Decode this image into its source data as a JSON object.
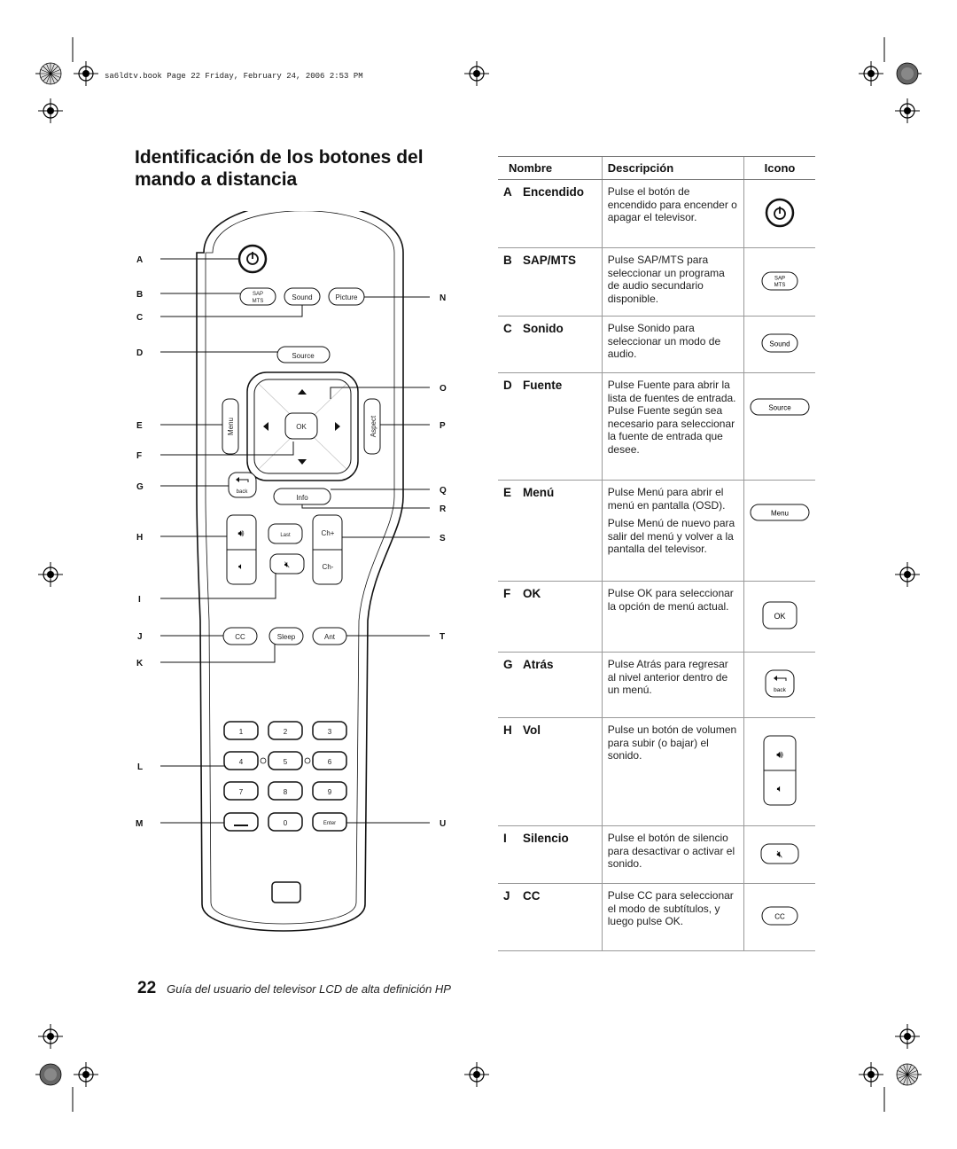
{
  "header": {
    "text": "sa6ldtv.book  Page 22  Friday, February 24, 2006  2:53 PM"
  },
  "title": {
    "line1": "Identificación de los botones del",
    "line2": "mando a distancia"
  },
  "remote": {
    "left_labels": [
      "A",
      "B",
      "C",
      "D",
      "E",
      "F",
      "G",
      "H",
      "I",
      "J",
      "K",
      "L",
      "M"
    ],
    "right_labels": [
      "N",
      "O",
      "P",
      "Q",
      "R",
      "S",
      "T",
      "U"
    ],
    "buttons": {
      "sap_top": "SAP",
      "sap_bottom": "MTS",
      "sound": "Sound",
      "picture": "Picture",
      "source": "Source",
      "menu": "Menu",
      "aspect": "Aspect",
      "ok": "OK",
      "back": "back",
      "info": "Info",
      "last": "Last",
      "ch_up": "Ch+",
      "ch_down": "Ch-",
      "cc": "CC",
      "sleep": "Sleep",
      "ant": "Ant",
      "num1": "1",
      "num2": "2",
      "num3": "3",
      "num4": "4",
      "num5": "5",
      "num6": "6",
      "num7": "7",
      "num8": "8",
      "num9": "9",
      "num0": "0",
      "enter": "Enter"
    }
  },
  "table": {
    "headers": {
      "name": "Nombre",
      "description": "Descripción",
      "icon": "Icono"
    },
    "rows": [
      {
        "letter": "A",
        "name": "Encendido",
        "desc": [
          "Pulse el botón de encendido para encender o apagar el televisor."
        ],
        "icon": "power-icon"
      },
      {
        "letter": "B",
        "name": "SAP/MTS",
        "desc": [
          "Pulse SAP/MTS para seleccionar un programa de audio secundario disponible."
        ],
        "icon_text": [
          "SAP",
          "MTS"
        ]
      },
      {
        "letter": "C",
        "name": "Sonido",
        "desc": [
          "Pulse Sonido para seleccionar un modo de audio."
        ],
        "icon_text": [
          "Sound"
        ]
      },
      {
        "letter": "D",
        "name": "Fuente",
        "desc": [
          "Pulse Fuente para abrir la lista de fuentes de entrada. Pulse Fuente según sea necesario para seleccionar la fuente de entrada que desee."
        ],
        "icon_text": [
          "Source"
        ]
      },
      {
        "letter": "E",
        "name": "Menú",
        "desc": [
          "Pulse Menú para abrir el menú en pantalla (OSD).",
          "Pulse Menú de nuevo para salir del menú y volver a la pantalla del televisor."
        ],
        "icon_text": [
          "Menu"
        ]
      },
      {
        "letter": "F",
        "name": "OK",
        "desc": [
          "Pulse OK para seleccionar la opción de menú actual."
        ],
        "icon_text": [
          "OK"
        ]
      },
      {
        "letter": "G",
        "name": "Atrás",
        "desc": [
          "Pulse Atrás para regresar al nivel anterior dentro de un menú."
        ],
        "icon_text": [
          "back"
        ]
      },
      {
        "letter": "H",
        "name": "Vol",
        "desc": [
          "Pulse un botón de volumen para subir (o bajar) el sonido."
        ],
        "icon": "volume-icon"
      },
      {
        "letter": "I",
        "name": "Silencio",
        "desc": [
          "Pulse el botón de silencio para desactivar o activar el sonido."
        ],
        "icon": "mute-icon"
      },
      {
        "letter": "J",
        "name": "CC",
        "desc": [
          "Pulse CC para seleccionar el modo de subtítulos, y luego pulse OK."
        ],
        "icon_text": [
          "CC"
        ]
      }
    ]
  },
  "footer": {
    "page_number": "22",
    "text": "Guía del usuario del televisor LCD de alta definición HP"
  }
}
